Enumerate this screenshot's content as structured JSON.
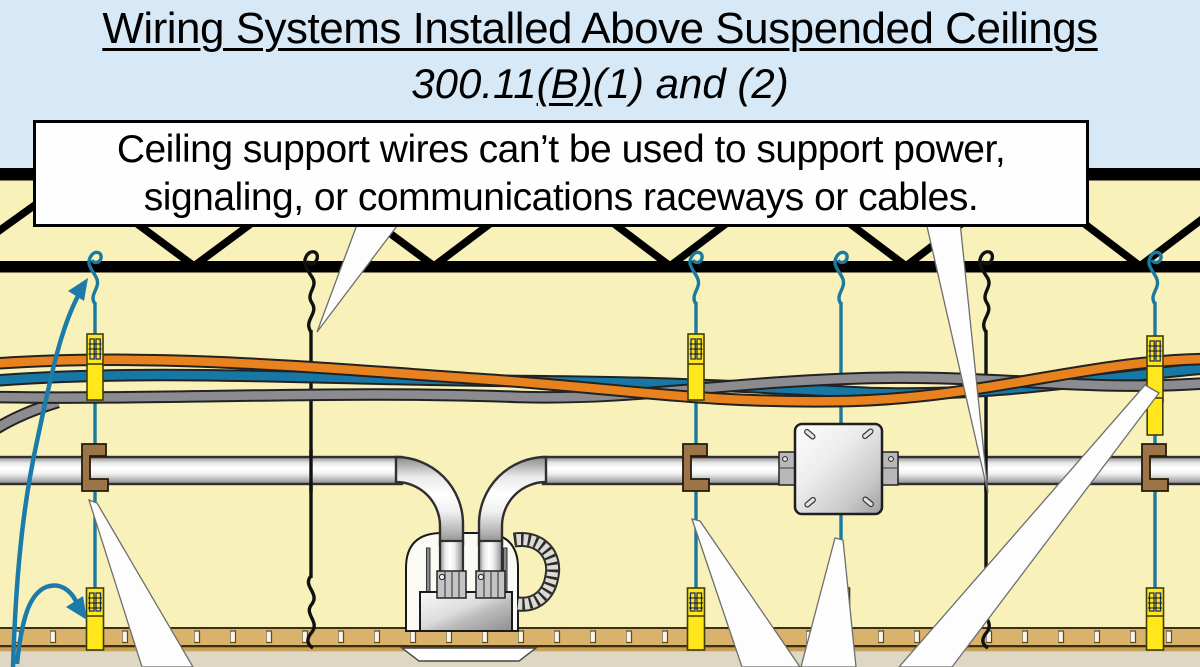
{
  "title": {
    "line1": "Wiring Systems Installed Above Suspended Ceilings",
    "line2_prefix": "300.11",
    "line2_underlined": "(B)",
    "line2_suffix": "(1) and (2)"
  },
  "callout": {
    "line1": "Ceiling support wires can’t be used to support power,",
    "line2": "signaling, or communications raceways or cables."
  },
  "colors": {
    "sky_background": "#d7e9f6",
    "ceiling_space": "#f8f1ba",
    "structure_black": "#000000",
    "support_wire_teal": "#1a7aa0",
    "ceiling_wire_black": "#111111",
    "cable_orange": "#e8821e",
    "cable_blue": "#1878a5",
    "cable_gray": "#8c8c90",
    "tag_yellow": "#ffe71c",
    "grid_tan": "#d9b26b",
    "below_ceiling_beige": "#ded7c3",
    "clamp_brown": "#9b7447",
    "conduit_gray": "#e9e9e9",
    "arrow_teal": "#1d7ba9"
  },
  "components": [
    "roof-truss",
    "ceiling-support-wire",
    "independent-support-wire",
    "support-wire-tag",
    "cable-bundle",
    "emt-conduit",
    "conduit-clamp",
    "junction-box",
    "recessed-light-fixture",
    "flexible-metal-conduit",
    "suspended-ceiling-grid",
    "callout-pointer",
    "annotation-arrow"
  ]
}
